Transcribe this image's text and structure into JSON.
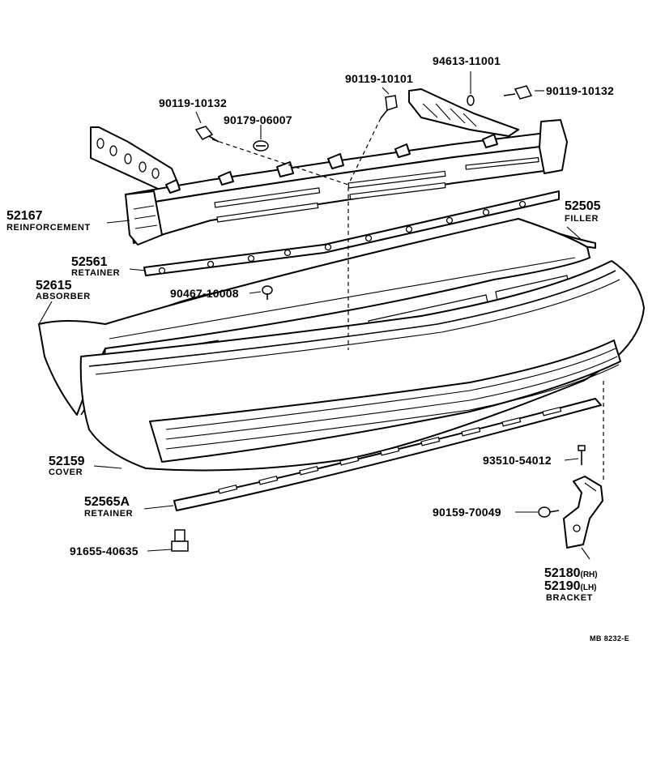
{
  "diagram_code": "MB 8232-E",
  "parts": {
    "reinforcement": {
      "number": "52167",
      "name": "REINFORCEMENT"
    },
    "filler": {
      "number": "52505",
      "name": "FILLER"
    },
    "retainer_upper": {
      "number": "52561",
      "name": "RETAINER"
    },
    "absorber": {
      "number": "52615",
      "name": "ABSORBER"
    },
    "cover": {
      "number": "52159",
      "name": "COVER"
    },
    "retainer_lower": {
      "number": "52565A",
      "name": "RETAINER"
    },
    "bracket": {
      "number_rh": "52180",
      "side_rh": "(RH)",
      "number_lh": "52190",
      "side_lh": "(LH)",
      "name": "BRACKET"
    },
    "bolt_left": {
      "number": "90119-10132"
    },
    "bolt_right": {
      "number": "90119-10132"
    },
    "nut": {
      "number": "90179-06007"
    },
    "bolt_center": {
      "number": "90119-10101"
    },
    "washer": {
      "number": "94613-11001"
    },
    "clip": {
      "number": "90467-10008"
    },
    "screw": {
      "number": "93510-54012"
    },
    "nut_bracket": {
      "number": "90159-70049"
    },
    "bolt_lower": {
      "number": "91655-40635"
    }
  }
}
